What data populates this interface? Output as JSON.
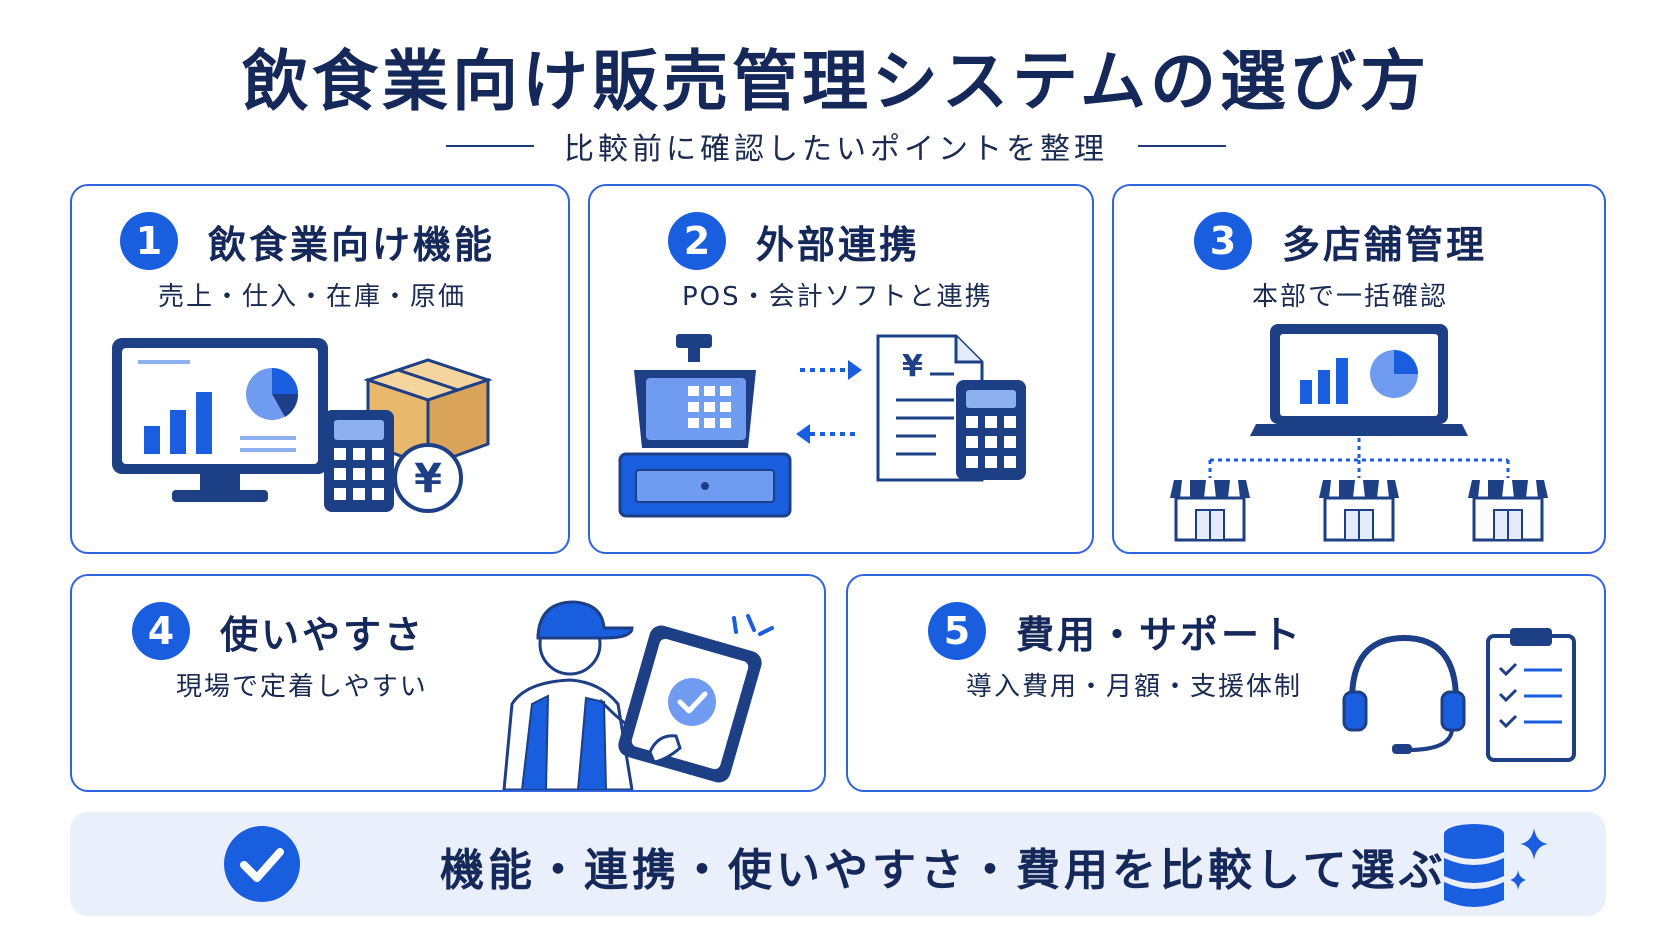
{
  "header": {
    "title": "飲食業向け販売管理システムの選び方",
    "subtitle": "比較前に確認したいポイントを整理"
  },
  "cards": [
    {
      "number": "1",
      "title": "飲食業向け機能",
      "subtitle": "売上・仕入・在庫・原価",
      "currency": "¥"
    },
    {
      "number": "2",
      "title": "外部連携",
      "subtitle": "POS・会計ソフトと連携",
      "currency": "¥"
    },
    {
      "number": "3",
      "title": "多店舗管理",
      "subtitle": "本部で一括確認"
    },
    {
      "number": "4",
      "title": "使いやすさ",
      "subtitle": "現場で定着しやすい"
    },
    {
      "number": "5",
      "title": "費用・サポート",
      "subtitle": "導入費用・月額・支援体制"
    }
  ],
  "footer": {
    "text": "機能・連携・使いやすさ・費用を比較して選ぶ"
  },
  "colors": {
    "primary": "#1a5ee0",
    "navy": "#14285a",
    "light_blue": "#6f9bf0",
    "cardboard": "#e8b86d",
    "footer_bg": "#eaf0fb"
  }
}
